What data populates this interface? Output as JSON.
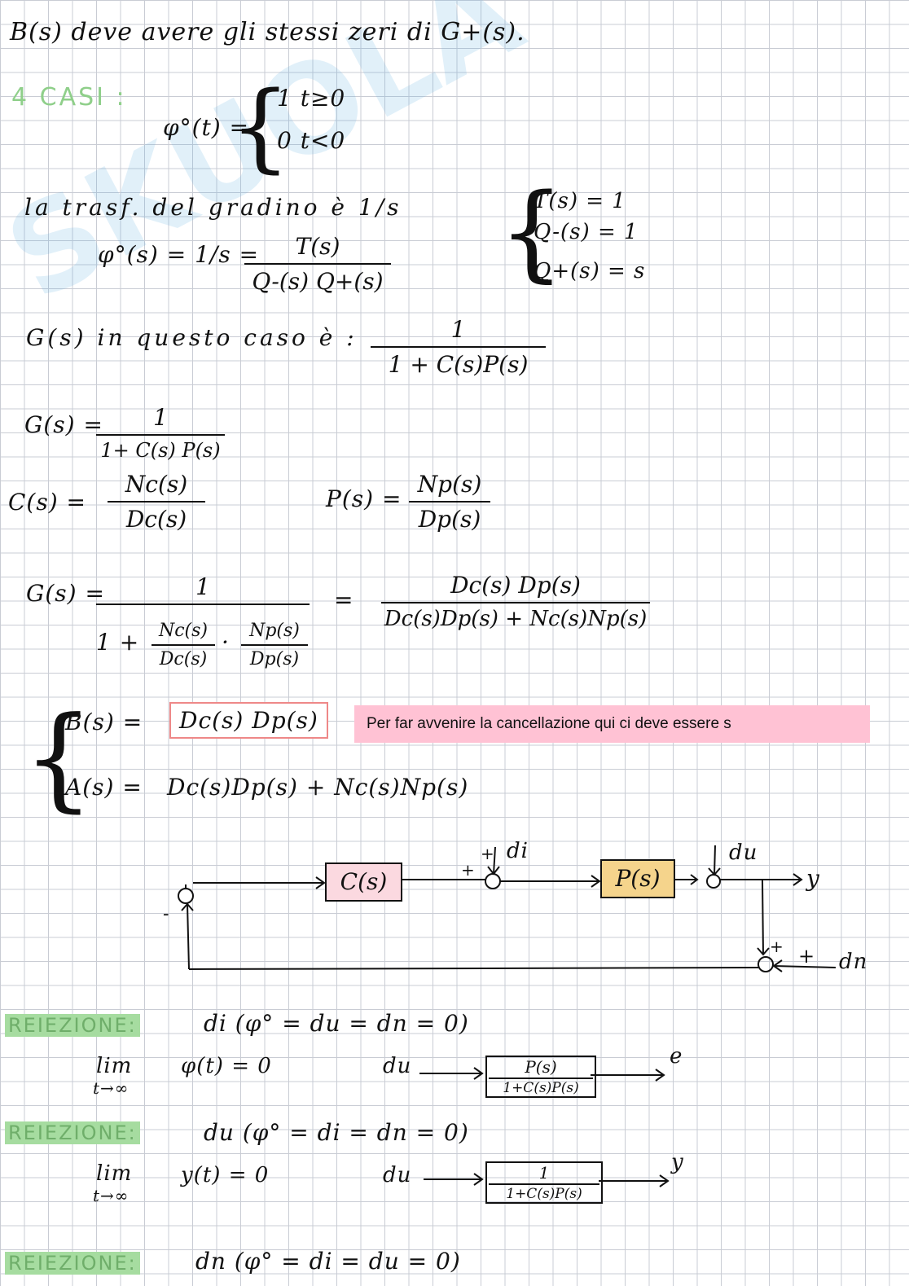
{
  "notes": {
    "line1": "B(s) deve avere gli stessi zeri di G+(s).",
    "cases_label": "4 CASI :",
    "phi_lhs": "φ°(t) =",
    "case1": "1   t≥0",
    "case2": "0   t<0",
    "transform_text": "la trasf. del gradino è 1/s",
    "phi_s_lhs": "φ°(s) = 1/s =",
    "phi_s_num": "T(s)",
    "phi_s_den": "Q-(s) Q+(s)",
    "sys1": "T(s) = 1",
    "sys2": "Q-(s) = 1",
    "sys3": "Q+(s) = s",
    "g_case_text": "G(s) in questo caso è :",
    "g_case_num": "1",
    "g_case_den": "1 + C(s)P(s)",
    "g_lhs": "G(s) =",
    "g_num": "1",
    "g_den": "1+ C(s) P(s)",
    "c_lhs": "C(s) =",
    "c_num": "Nc(s)",
    "c_den": "Dc(s)",
    "p_lhs": "P(s) =",
    "p_num": "Np(s)",
    "p_den": "Dp(s)",
    "g2_lhs": "G(s) =",
    "g2_num": "1",
    "g2_den_prefix": "1 +",
    "g2_f1_num": "Nc(s)",
    "g2_f1_den": "Dc(s)",
    "g2_dot": "·",
    "g2_f2_num": "Np(s)",
    "g2_f2_den": "Dp(s)",
    "g2_eq": "=",
    "g2_r_num": "Dc(s) Dp(s)",
    "g2_r_den": "Dc(s)Dp(s) + Nc(s)Np(s)",
    "b_lhs": "B(s) =",
    "b_rhs": "Dc(s) Dp(s)",
    "a_lhs": "A(s) =",
    "a_rhs": "Dc(s)Dp(s) + Nc(s)Np(s)",
    "pink_note": "Per far avvenire la cancellazione qui ci deve essere s"
  },
  "diagram": {
    "c_block": "C(s)",
    "p_block": "P(s)",
    "di": "di",
    "du": "du",
    "dn": "dn",
    "y": "y",
    "plus": "+",
    "minus": "-"
  },
  "rejection": {
    "label1": "REIEZIONE:",
    "cond1": "di (φ° = du = dn = 0)",
    "lim1": "lim",
    "lim1_sub": "t→∞",
    "res1": "φ(t) = 0",
    "in1": "du",
    "tf1_num": "P(s)",
    "tf1_den": "1+C(s)P(s)",
    "out1": "e",
    "label2": "REIEZIONE:",
    "cond2": "du (φ° = di = dn = 0)",
    "lim2": "lim",
    "lim2_sub": "t→∞",
    "res2": "y(t) = 0",
    "in2": "du",
    "tf2_num": "1",
    "tf2_den": "1+C(s)P(s)",
    "out2": "y",
    "label3": "REIEZIONE:",
    "cond3": "dn (φ° = di = du = 0)"
  }
}
